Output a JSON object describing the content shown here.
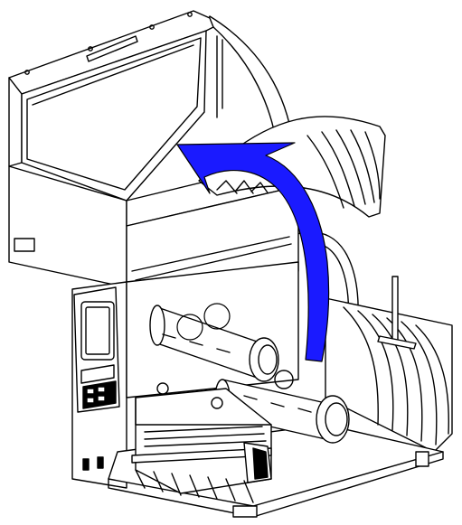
{
  "illustration": {
    "subject": "printer",
    "state": "cover-open",
    "line_color": "#000000",
    "fill_color": "#ffffff",
    "arrow_color": "#1a1aff",
    "arrow_outline_color": "#000000",
    "arrow_icon": "curved-arrow-icon",
    "arrow_direction": "up"
  }
}
